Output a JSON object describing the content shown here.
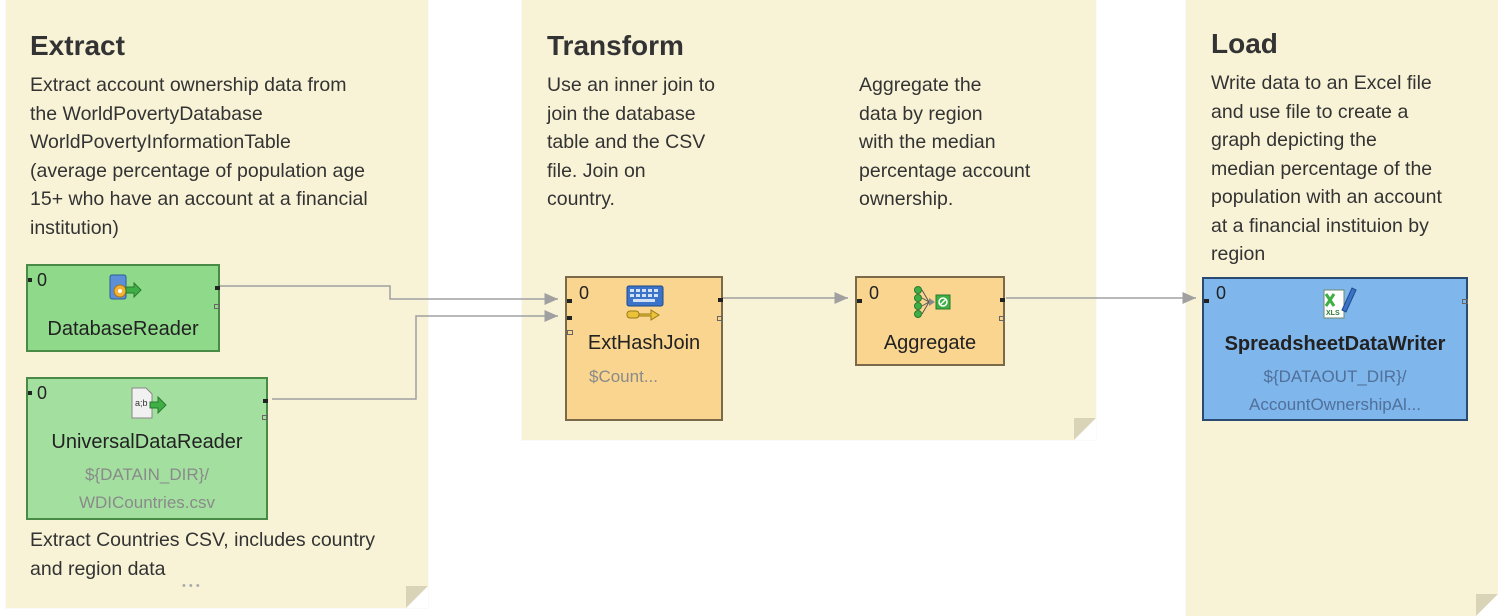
{
  "notes": {
    "extract": {
      "title": "Extract",
      "text": "Extract account ownership data from\nthe WorldPovertyDatabase\nWorldPovertyInformationTable\n(average percentage of population age\n15+ who have an account at a financial\ninstitution)",
      "footer": "Extract Countries CSV, includes country\nand region data",
      "more": "• • •"
    },
    "transform": {
      "title": "Transform",
      "join_text": "Use an inner join to\njoin the database\ntable and the CSV\nfile. Join on\ncountry.",
      "agg_text": "Aggregate the\ndata by region\nwith the median\npercentage account\nownership."
    },
    "load": {
      "title": "Load",
      "text": "Write data to an Excel file\nand use file to create a\ngraph depicting the\nmedian percentage of the\npopulation with an account\nat a financial instituion by\nregion"
    }
  },
  "components": {
    "database_reader": {
      "label": "DatabaseReader",
      "port": "0"
    },
    "universal_reader": {
      "label": "UniversalDataReader",
      "port": "0",
      "sub1": "${DATAIN_DIR}/",
      "sub2": "WDICountries.csv"
    },
    "hash_join": {
      "label": "ExtHashJoin",
      "port": "0",
      "sub1": "$Count..."
    },
    "aggregate": {
      "label": "Aggregate",
      "port": "0"
    },
    "writer": {
      "label": "SpreadsheetDataWriter",
      "port": "0",
      "sub1": "${DATAOUT_DIR}/",
      "sub2": "AccountOwnershipAl..."
    }
  },
  "colors": {
    "note_bg": "#f8f3d6",
    "reader_green": "#8ed98a",
    "transform_orange": "#fad58f",
    "writer_blue": "#7fb6ec",
    "edge": "#a0a0a0"
  },
  "icons": {
    "database_reader": "database-gear-arrow-icon",
    "universal_reader": "text-file-arrow-icon",
    "hash_join": "keyboard-join-icon",
    "aggregate": "aggregate-nodes-icon",
    "writer": "xls-spreadsheet-icon"
  }
}
